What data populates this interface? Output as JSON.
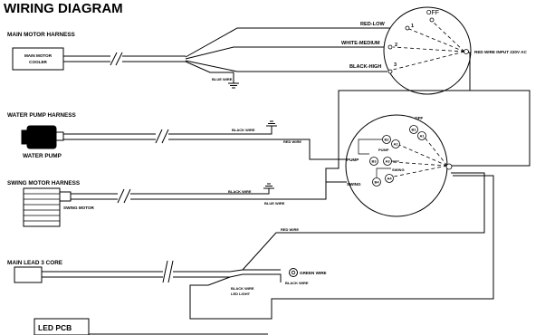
{
  "title": "WIRING DIAGRAM",
  "main_motor": {
    "harness_label": "MAIN MOTOR HARNESS",
    "box_label_1": "MAIN MOTOR",
    "box_label_2": "COOLER",
    "blue_wire": "BLUE WIRE"
  },
  "speed_switch": {
    "off": "OFF",
    "wire_low": "RED-LOW",
    "wire_medium": "WHITE-MEDIUM",
    "wire_high": "BLACK-HIGH",
    "pos_1": "1",
    "pos_2": "2",
    "pos_3": "3",
    "input_label": "RED WIRE INPUT 220V AC"
  },
  "water_pump": {
    "harness_label": "WATER PUMP HARNESS",
    "device_label": "WATER PUMP",
    "black_wire": "BLACK WIRE",
    "red_wire": "RED WIRE"
  },
  "function_switch": {
    "off": "OFF",
    "b1": "B1",
    "a1": "A1",
    "b2": "B2",
    "a2": "A2",
    "b3": "B3",
    "a3": "A3",
    "b4": "B4",
    "a4": "A4",
    "pump_inner": "PUMP",
    "swing_inner": "SWING",
    "pump": "PUMP",
    "swing": "SWING"
  },
  "swing_motor": {
    "harness_label": "SWING MOTOR HARNESS",
    "device_label": "SWING MOTOR",
    "black_wire": "BLACK WIRE",
    "blue_wire": "BLUE WIRE"
  },
  "main_lead": {
    "label": "MAIN LEAD 3 CORE",
    "red_wire": "RED WIRE",
    "green_wire": "GREEN WIRE",
    "black_wire": "BLACK WIRE",
    "black_wire_2": "BLACK WIRE",
    "led_light": "LED LIGHT"
  },
  "led_pcb": {
    "label": "LED PCB"
  }
}
